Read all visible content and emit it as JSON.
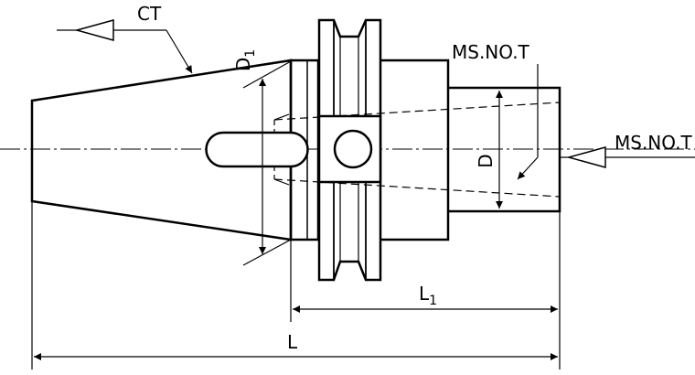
{
  "labels": {
    "ct": "CT",
    "d1_main": "D",
    "d1_sub": "1",
    "d": "D",
    "ms_top": "MS.NO.T",
    "ms_right": "MS.NO.T",
    "l1_main": "L",
    "l1_sub": "1",
    "l": "L"
  },
  "colors": {
    "ink": "#000000",
    "background": "#ffffff"
  }
}
